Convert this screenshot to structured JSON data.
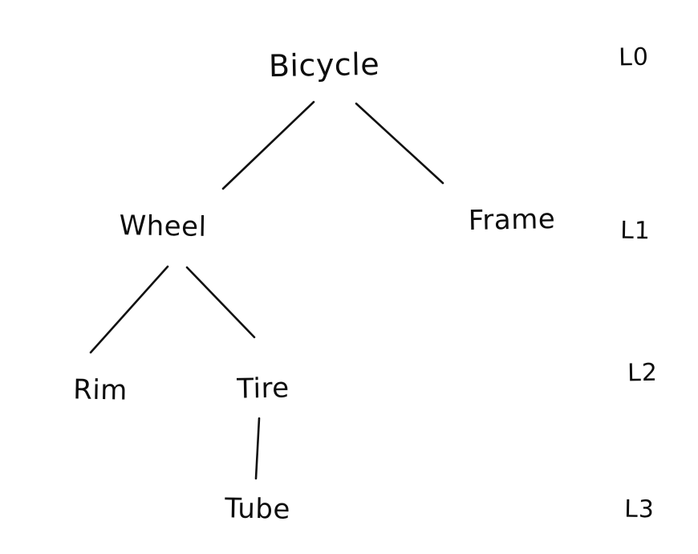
{
  "diagram": {
    "type": "tree",
    "style": "hand-drawn",
    "colors": {
      "background": "#ffffff",
      "ink": "#111111"
    },
    "nodes": [
      {
        "id": "bicycle",
        "label": "Bicycle",
        "level": "L0",
        "parent": null
      },
      {
        "id": "wheel",
        "label": "Wheel",
        "level": "L1",
        "parent": "bicycle"
      },
      {
        "id": "frame",
        "label": "Frame",
        "level": "L1",
        "parent": "bicycle"
      },
      {
        "id": "rim",
        "label": "Rim",
        "level": "L2",
        "parent": "wheel"
      },
      {
        "id": "tire",
        "label": "Tire",
        "level": "L2",
        "parent": "wheel"
      },
      {
        "id": "tube",
        "label": "Tube",
        "level": "L3",
        "parent": "tire"
      }
    ],
    "edges": [
      {
        "from": "bicycle",
        "to": "wheel"
      },
      {
        "from": "bicycle",
        "to": "frame"
      },
      {
        "from": "wheel",
        "to": "rim"
      },
      {
        "from": "wheel",
        "to": "tire"
      },
      {
        "from": "tire",
        "to": "tube"
      }
    ],
    "level_labels": [
      {
        "label": "L0"
      },
      {
        "label": "L1"
      },
      {
        "label": "L2"
      },
      {
        "label": "L3"
      }
    ]
  }
}
